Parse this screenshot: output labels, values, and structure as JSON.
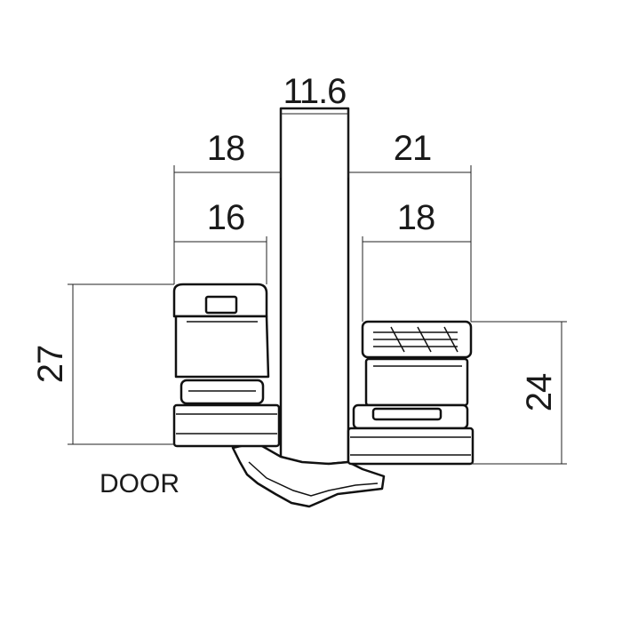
{
  "dimensions": {
    "center_width": "11.6",
    "left_outer": "18",
    "left_inner": "16",
    "right_outer": "21",
    "right_inner": "18",
    "left_height": "27",
    "right_height": "24"
  },
  "labels": {
    "door": "DOOR"
  },
  "colors": {
    "line": "#111111",
    "background": "#ffffff"
  }
}
